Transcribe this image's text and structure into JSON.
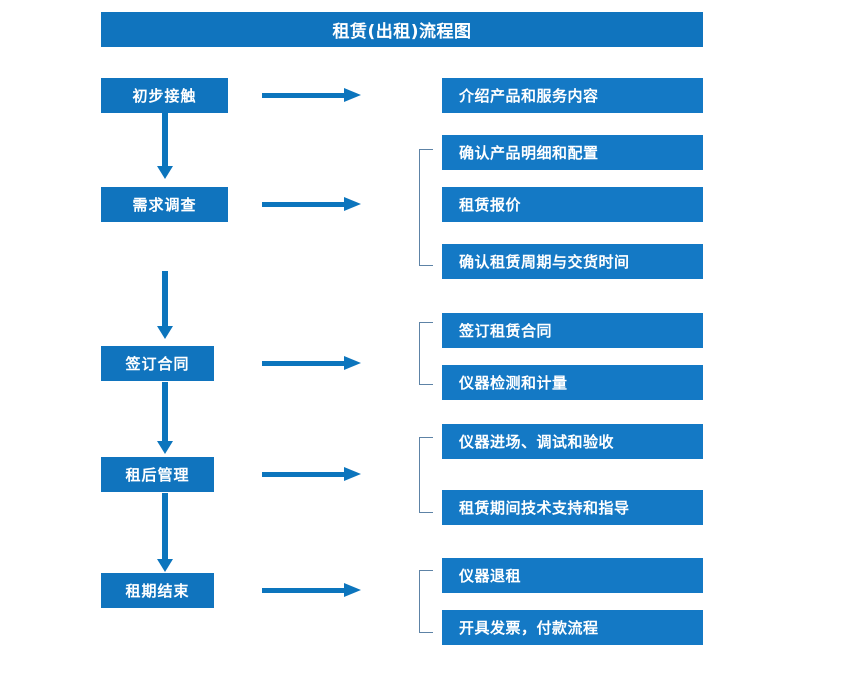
{
  "title": "租赁(出租)流程图",
  "colors": {
    "stage_box": "#1074BE",
    "detail_box": "#1479C5",
    "arrow": "#0C75BD",
    "bracket": "#5D83A6",
    "text": "#FFFFFF",
    "background": "#FFFFFF"
  },
  "stages": [
    {
      "label": "初步接触",
      "details": [
        "介绍产品和服务内容"
      ]
    },
    {
      "label": "需求调查",
      "details": [
        "确认产品明细和配置",
        "租赁报价",
        "确认租赁周期与交货时间"
      ]
    },
    {
      "label": "签订合同",
      "details": [
        "签订租赁合同",
        "仪器检测和计量"
      ]
    },
    {
      "label": "租后管理",
      "details": [
        "仪器进场、调试和验收",
        "租赁期间技术支持和指导"
      ]
    },
    {
      "label": "租期结束",
      "details": [
        "仪器退租",
        "开具发票，付款流程"
      ]
    }
  ],
  "flow_arrows": {
    "horizontal_count": 5,
    "vertical_count": 4,
    "direction": "top-to-bottom"
  }
}
